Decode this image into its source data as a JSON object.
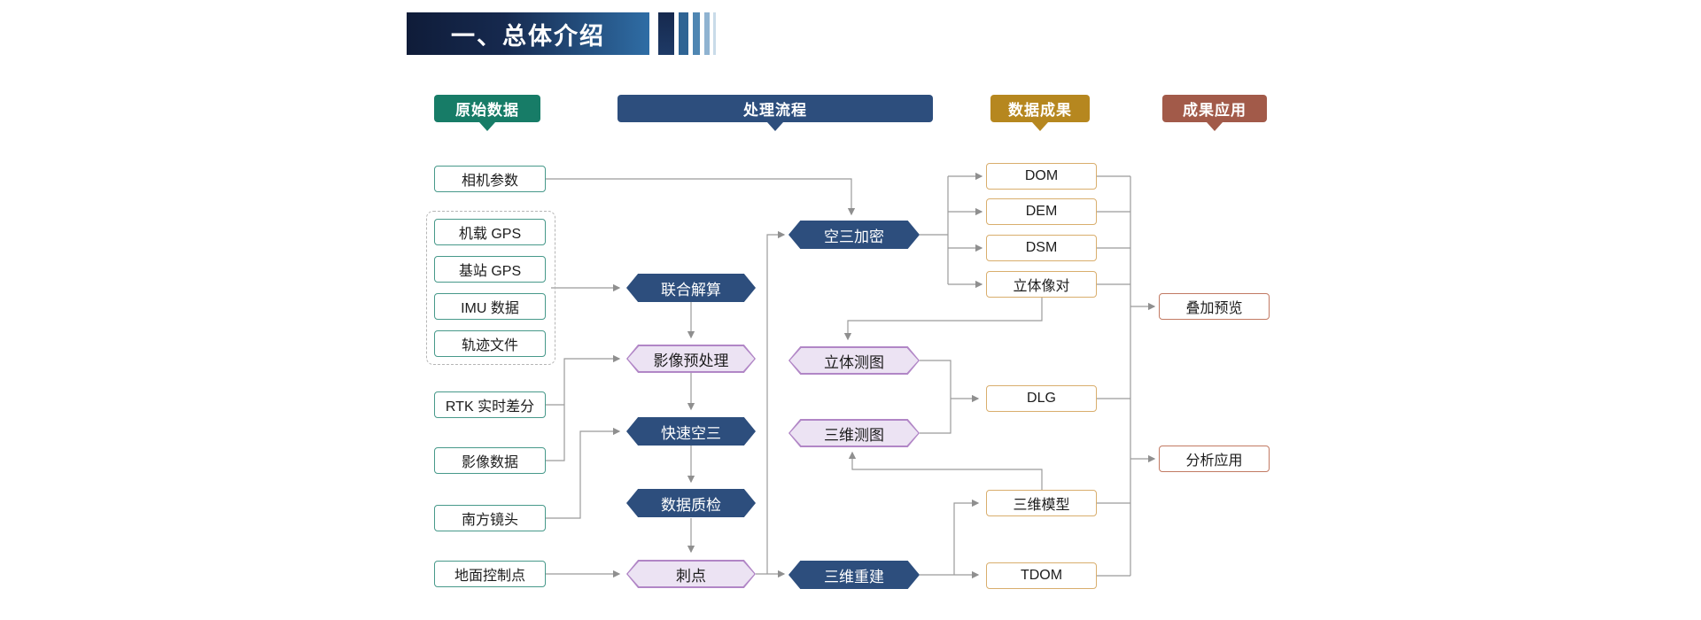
{
  "banner": {
    "title": "一、总体介绍"
  },
  "headers": {
    "raw": {
      "label": "原始数据",
      "color": "#177c67"
    },
    "process": {
      "label": "处理流程",
      "color": "#2d4e7d"
    },
    "results": {
      "label": "数据成果",
      "color": "#b6871f"
    },
    "application": {
      "label": "成果应用",
      "color": "#a25a49"
    }
  },
  "raw_data": {
    "camera": "相机参数",
    "gps_group": [
      "机载 GPS",
      "基站 GPS",
      "IMU 数据",
      "轨迹文件"
    ],
    "rtk": "RTK 实时差分",
    "imagery": "影像数据",
    "south_lens": "南方镜头",
    "gcp": "地面控制点"
  },
  "process": {
    "joint_solution": "联合解算",
    "image_preprocess": "影像预处理",
    "fast_at": "快速空三",
    "data_qc": "数据质检",
    "point_prick": "刺点",
    "at_densify": "空三加密",
    "stereo_mapping": "立体测图",
    "mapping_3d": "三维测图",
    "recon_3d": "三维重建"
  },
  "results": {
    "dom": "DOM",
    "dem": "DEM",
    "dsm": "DSM",
    "stereo_pair": "立体像对",
    "dlg": "DLG",
    "model_3d": "三维模型",
    "tdom": "TDOM"
  },
  "application": {
    "overlay_preview": "叠加预览",
    "analysis_app": "分析应用"
  },
  "style_colors": {
    "raw_box_border": "#47998a",
    "process_dark_fill": "#2d4e7d",
    "process_light_fill": "#ece3f3",
    "process_light_border": "#b186c6",
    "result_box_border": "#d9ae6d",
    "application_box_border": "#c27a63",
    "connector_gray": "#9b9b9b",
    "banner_gradient_start": "#0f1c39",
    "banner_gradient_end": "#2f6da5"
  }
}
